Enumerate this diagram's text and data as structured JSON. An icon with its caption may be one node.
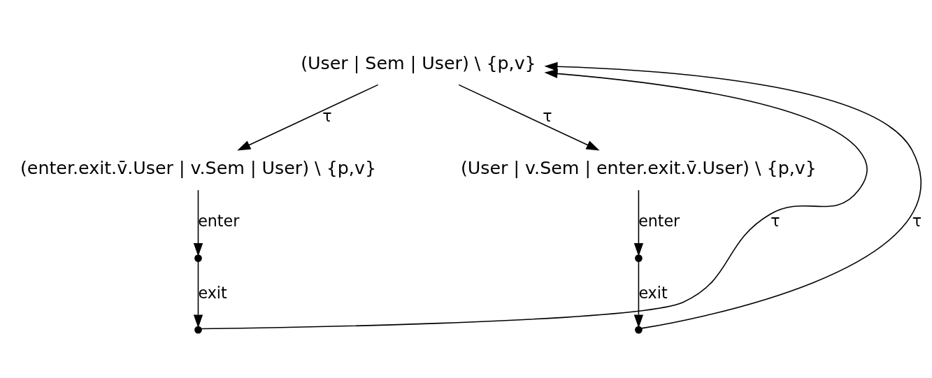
{
  "diagram": {
    "nodes": [
      {
        "text": [
          "(User | Sem | User) \\ {p,v}"
        ]
      },
      {
        "text": [
          "(enter.exit.v̄.User | v.Sem | User) \\ {p,v}"
        ]
      },
      {
        "text": [
          "(User | v.Sem | enter.exit.v̄.User) \\ {p,v}"
        ]
      },
      {
        "text": [],
        "shape": "point"
      },
      {
        "text": [],
        "shape": "point"
      },
      {
        "text": [],
        "shape": "point"
      },
      {
        "text": [],
        "shape": "point"
      }
    ],
    "edges": [
      {
        "from": 0,
        "to": 1,
        "arrow": "to",
        "label": "τ"
      },
      {
        "from": 0,
        "to": 2,
        "arrow": "to",
        "label": "τ"
      },
      {
        "from": 1,
        "to": 3,
        "arrow": "to",
        "label": "enter"
      },
      {
        "from": 3,
        "to": 4,
        "arrow": "to",
        "label": "exit"
      },
      {
        "from": 4,
        "to": 0,
        "arrow": "to",
        "label": "τ"
      },
      {
        "from": 2,
        "to": 5,
        "arrow": "to",
        "label": "enter"
      },
      {
        "from": 5,
        "to": 6,
        "arrow": "to",
        "label": "exit"
      },
      {
        "from": 6,
        "to": 0,
        "arrow": "to",
        "label": "τ"
      }
    ]
  }
}
